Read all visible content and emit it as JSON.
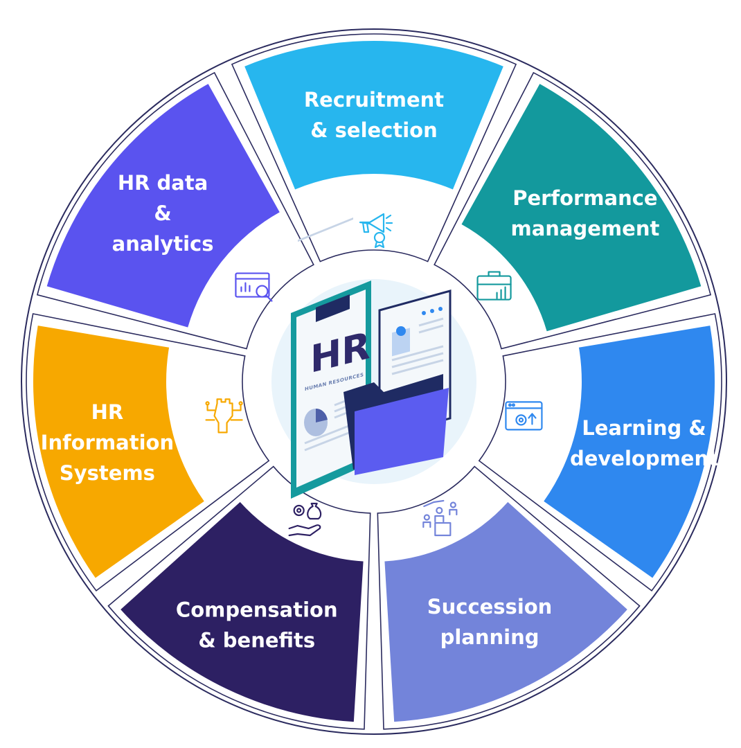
{
  "center": {
    "title": "HR",
    "subtitle": "HUMAN RESOURCES"
  },
  "segments": [
    {
      "id": "recruitment",
      "lines": [
        "Recruitment",
        "& selection"
      ],
      "color": "#27b6ee",
      "icon": "megaphone-badge-icon",
      "icon_color": "#27b6ee"
    },
    {
      "id": "performance",
      "lines": [
        "Performance",
        "management"
      ],
      "color": "#13999d",
      "icon": "briefcase-chart-icon",
      "icon_color": "#13999d"
    },
    {
      "id": "learning",
      "lines": [
        "Learning &",
        "development"
      ],
      "color": "#2f88ef",
      "icon": "browser-gears-icon",
      "icon_color": "#2f88ef"
    },
    {
      "id": "succession",
      "lines": [
        "Succession",
        "planning"
      ],
      "color": "#7384da",
      "icon": "people-podium-icon",
      "icon_color": "#7384da"
    },
    {
      "id": "compensation",
      "lines": [
        "Compensation",
        "& benefits"
      ],
      "color": "#2d2063",
      "icon": "hand-money-gear-icon",
      "icon_color": "#2d2063"
    },
    {
      "id": "hris",
      "lines": [
        "HR",
        "Information",
        "Systems"
      ],
      "color": "#f7a800",
      "icon": "raised-fist-circuit-icon",
      "icon_color": "#f7a800"
    },
    {
      "id": "analytics",
      "lines": [
        "HR data",
        "&",
        "analytics"
      ],
      "color": "#5a53ef",
      "icon": "monitor-magnifier-icon",
      "icon_color": "#5a53ef"
    }
  ]
}
